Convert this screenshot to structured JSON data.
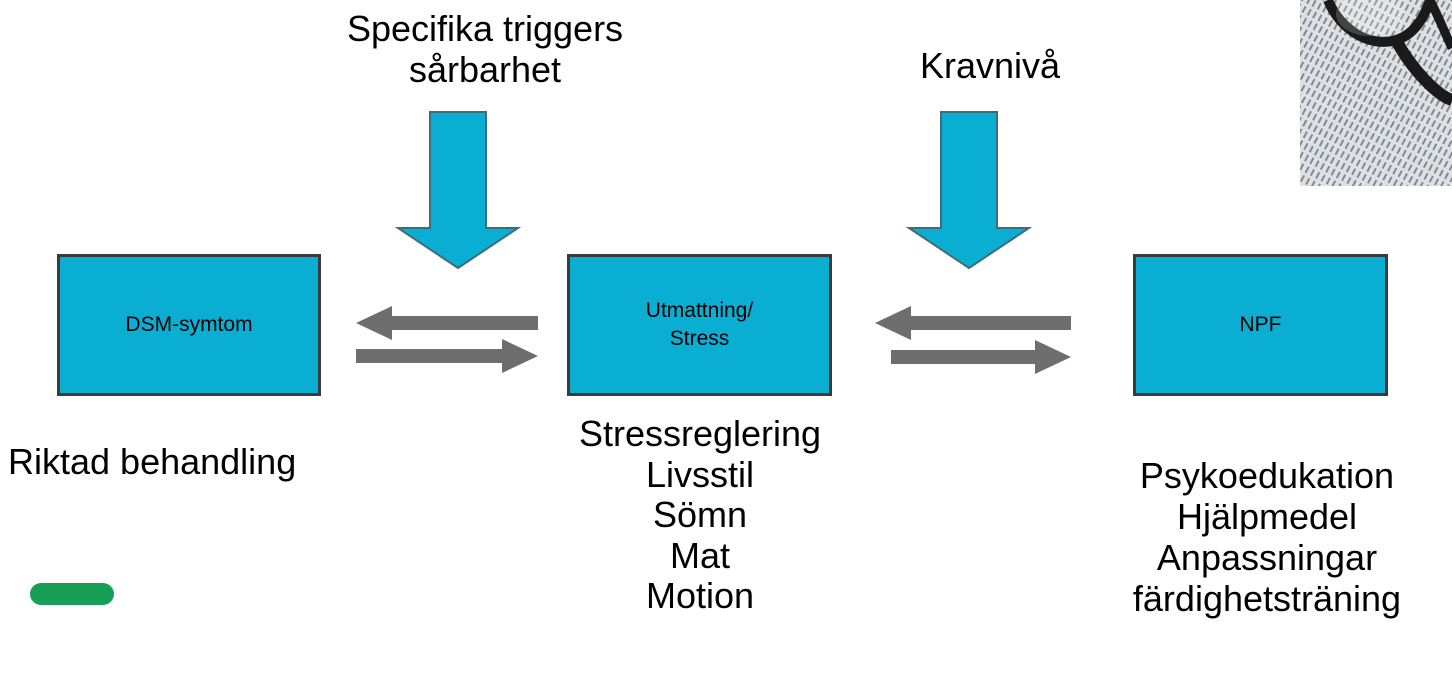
{
  "boxes": {
    "left": "DSM-symtom",
    "center_line1": "Utmattning/",
    "center_line2": "Stress",
    "right": "NPF"
  },
  "top_labels": {
    "center_line1": "Specifika triggers",
    "center_line2": "sårbarhet",
    "right": "Kravnivå"
  },
  "left_caption": "Riktad behandling",
  "center_list": [
    "Stressreglering",
    "Livsstil",
    "Sömn",
    "Mat",
    "Motion"
  ],
  "right_list": [
    "Psykoedukation",
    "Hjälpmedel",
    "Anpassningar",
    "färdighetsträning"
  ],
  "colors": {
    "box_fill": "#0baed3",
    "box_border": "#3b3b3b",
    "down_arrow": "#0baed3",
    "side_arrow": "#6e6e6e",
    "dash": "#17a055"
  },
  "icons": {
    "photo": "glasses-on-book-photo",
    "dash": "green-dash-mark"
  }
}
